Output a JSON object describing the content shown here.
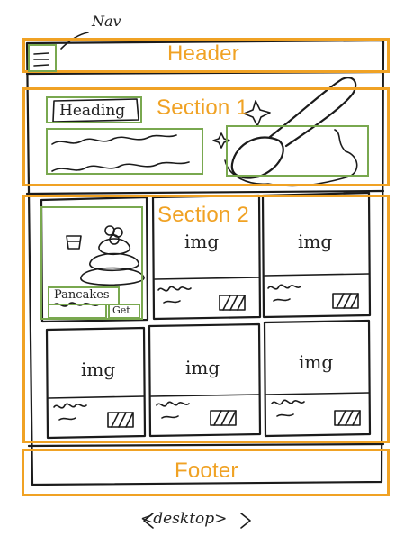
{
  "annotations": {
    "nav": "Nav",
    "header": "Header",
    "section1": "Section 1",
    "section2": "Section 2",
    "footer": "Footer",
    "viewport": "<desktop>"
  },
  "section1": {
    "heading": "Heading"
  },
  "section2": {
    "featured_card": {
      "title": "Pancakes",
      "button": "Get"
    },
    "card_placeholder": "img"
  },
  "colors": {
    "region_outline": "#f0a224",
    "component_outline": "#79a84f",
    "ink": "#1b1b1b"
  },
  "icons": [
    "hamburger-menu-icon",
    "spoon-illustration",
    "sparkle-icon",
    "pancake-stack-illustration",
    "image-placeholder"
  ]
}
